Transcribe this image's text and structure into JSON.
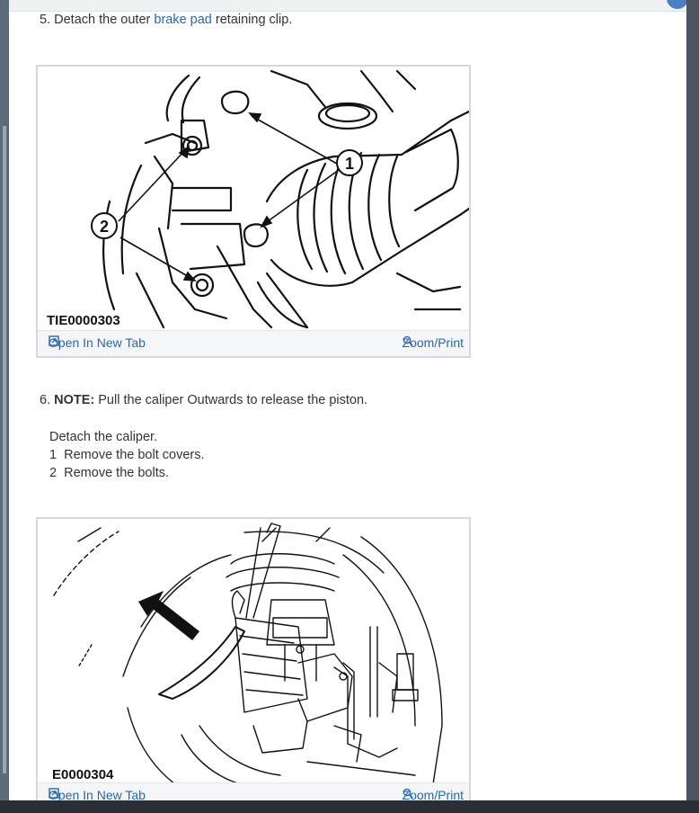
{
  "steps": [
    {
      "num": "5.",
      "pre": "Detach the outer ",
      "link": "brake pad",
      "post": " retaining clip."
    },
    {
      "num": "6.",
      "note_label": "NOTE:",
      "note_text": " Pull the caliper Outwards to release the piston.",
      "title": "Detach the caliper.",
      "items": [
        {
          "num": "1",
          "text": "Remove the bolt covers."
        },
        {
          "num": "2",
          "text": "Remove the bolts."
        }
      ]
    }
  ],
  "figures": [
    {
      "id": "TIE0000303",
      "callouts": [
        "1",
        "2"
      ],
      "open_tab": "Open In New Tab",
      "zoom": "Zoom/Print"
    },
    {
      "id": "E0000304",
      "open_tab": "Open In New Tab",
      "zoom": "Zoom/Print"
    }
  ],
  "icons": {
    "open_tab": "open-new-tab-icon",
    "zoom": "magnifier-icon"
  },
  "colors": {
    "link": "#2a67b0",
    "figure_border": "#d4d8dc",
    "bar_bg": "#f3f5f7"
  }
}
